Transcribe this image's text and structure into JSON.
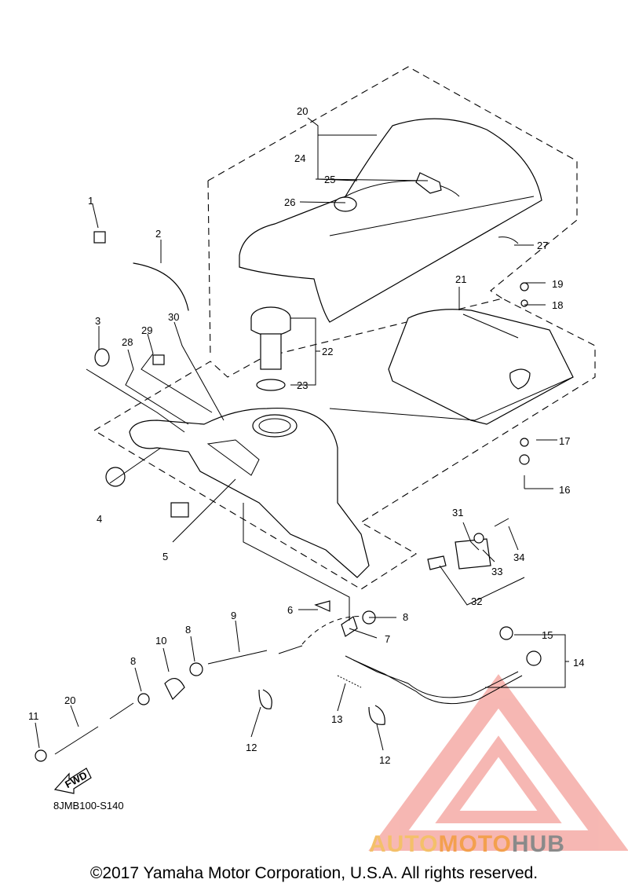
{
  "diagram": {
    "code": "8JMB100-S140",
    "fwd": "FWD",
    "callouts": [
      "1",
      "2",
      "3",
      "4",
      "5",
      "6",
      "7",
      "8",
      "8",
      "8",
      "9",
      "10",
      "11",
      "12",
      "12",
      "13",
      "14",
      "15",
      "16",
      "17",
      "18",
      "19",
      "20",
      "20",
      "21",
      "22",
      "23",
      "24",
      "25",
      "26",
      "27",
      "28",
      "29",
      "30",
      "31",
      "32",
      "33",
      "34"
    ]
  },
  "watermark": {
    "part1": "AUTO",
    "part2": "MOTO",
    "part3": "HUB",
    "colors": [
      "#f4c06a",
      "#f3a04e",
      "#8a8a8a",
      "#f4a09a"
    ]
  },
  "footer": {
    "copyright": "©2017 Yamaha Motor Corporation, U.S.A. All rights reserved."
  }
}
